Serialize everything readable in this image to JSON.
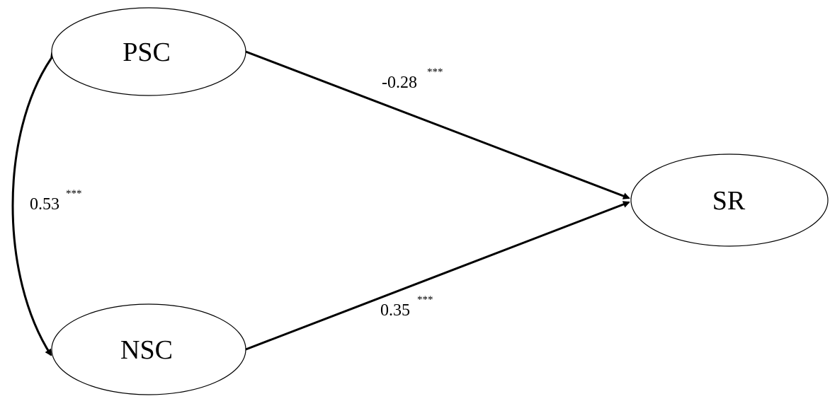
{
  "nodes": {
    "psc": {
      "label": "PSC"
    },
    "nsc": {
      "label": "NSC"
    },
    "sr": {
      "label": "SR"
    }
  },
  "paths": {
    "psc_sr": {
      "coefficient": "-0.28",
      "significance": "***"
    },
    "nsc_sr": {
      "coefficient": "0.35",
      "significance": "***"
    },
    "psc_nsc": {
      "coefficient": "0.53",
      "significance": "***"
    }
  },
  "colors": {
    "stroke": "#000000",
    "background": "#ffffff"
  }
}
